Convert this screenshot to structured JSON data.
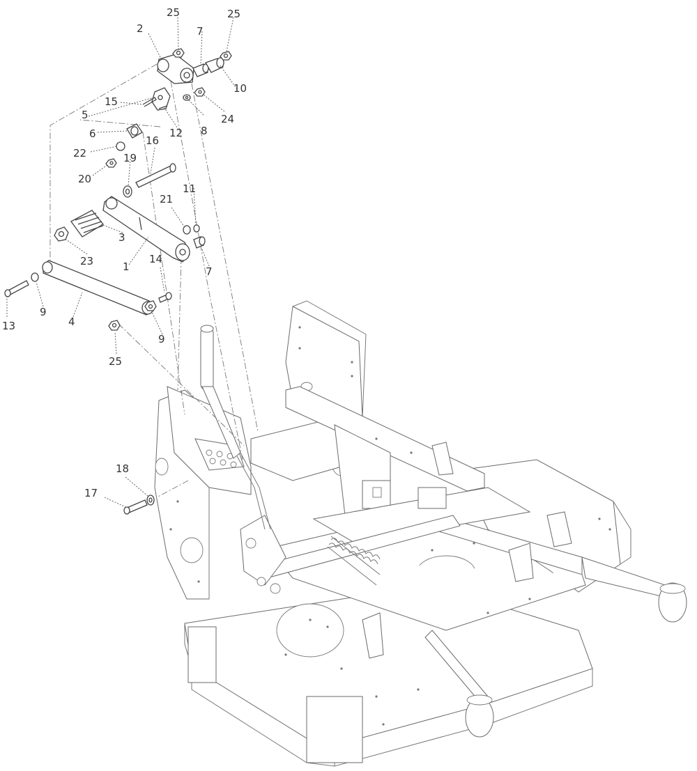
{
  "diagram": {
    "callouts": [
      {
        "id": "c1",
        "label": "1"
      },
      {
        "id": "c2",
        "label": "2"
      },
      {
        "id": "c3",
        "label": "3"
      },
      {
        "id": "c4",
        "label": "4"
      },
      {
        "id": "c5",
        "label": "5"
      },
      {
        "id": "c6",
        "label": "6"
      },
      {
        "id": "c7a",
        "label": "7"
      },
      {
        "id": "c7b",
        "label": "7"
      },
      {
        "id": "c8",
        "label": "8"
      },
      {
        "id": "c9a",
        "label": "9"
      },
      {
        "id": "c9b",
        "label": "9"
      },
      {
        "id": "c10",
        "label": "10"
      },
      {
        "id": "c11",
        "label": "11"
      },
      {
        "id": "c12",
        "label": "12"
      },
      {
        "id": "c13",
        "label": "13"
      },
      {
        "id": "c14",
        "label": "14"
      },
      {
        "id": "c15",
        "label": "15"
      },
      {
        "id": "c16",
        "label": "16"
      },
      {
        "id": "c17",
        "label": "17"
      },
      {
        "id": "c18",
        "label": "18"
      },
      {
        "id": "c19",
        "label": "19"
      },
      {
        "id": "c20",
        "label": "20"
      },
      {
        "id": "c21",
        "label": "21"
      },
      {
        "id": "c22",
        "label": "22"
      },
      {
        "id": "c23",
        "label": "23"
      },
      {
        "id": "c24",
        "label": "24"
      },
      {
        "id": "c25a",
        "label": "25"
      },
      {
        "id": "c25b",
        "label": "25"
      },
      {
        "id": "c25c",
        "label": "25"
      }
    ]
  }
}
